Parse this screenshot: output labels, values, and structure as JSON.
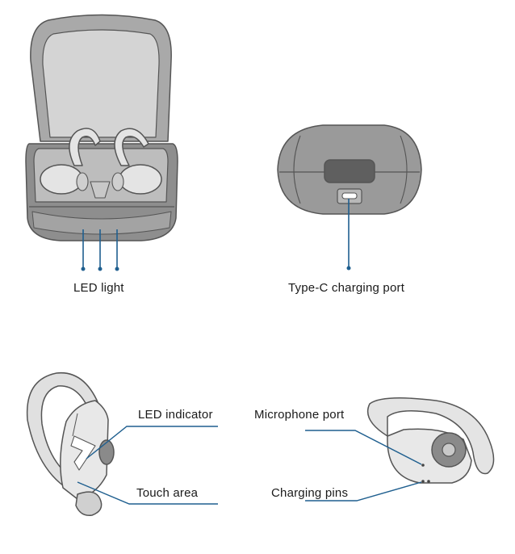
{
  "labels": {
    "led_light": "LED light",
    "type_c_port": "Type-C charging port",
    "led_indicator": "LED indicator",
    "touch_area": "Touch area",
    "microphone_port": "Microphone port",
    "charging_pins": "Charging pins"
  },
  "colors": {
    "line_blue": "#1f5f8f",
    "outline": "#555555",
    "case_dark": "#8c8c8c",
    "case_mid": "#b5b5b5",
    "case_light": "#d9d9d9",
    "earbud_body": "#e2e2e2",
    "earbud_dark": "#9a9a9a"
  }
}
